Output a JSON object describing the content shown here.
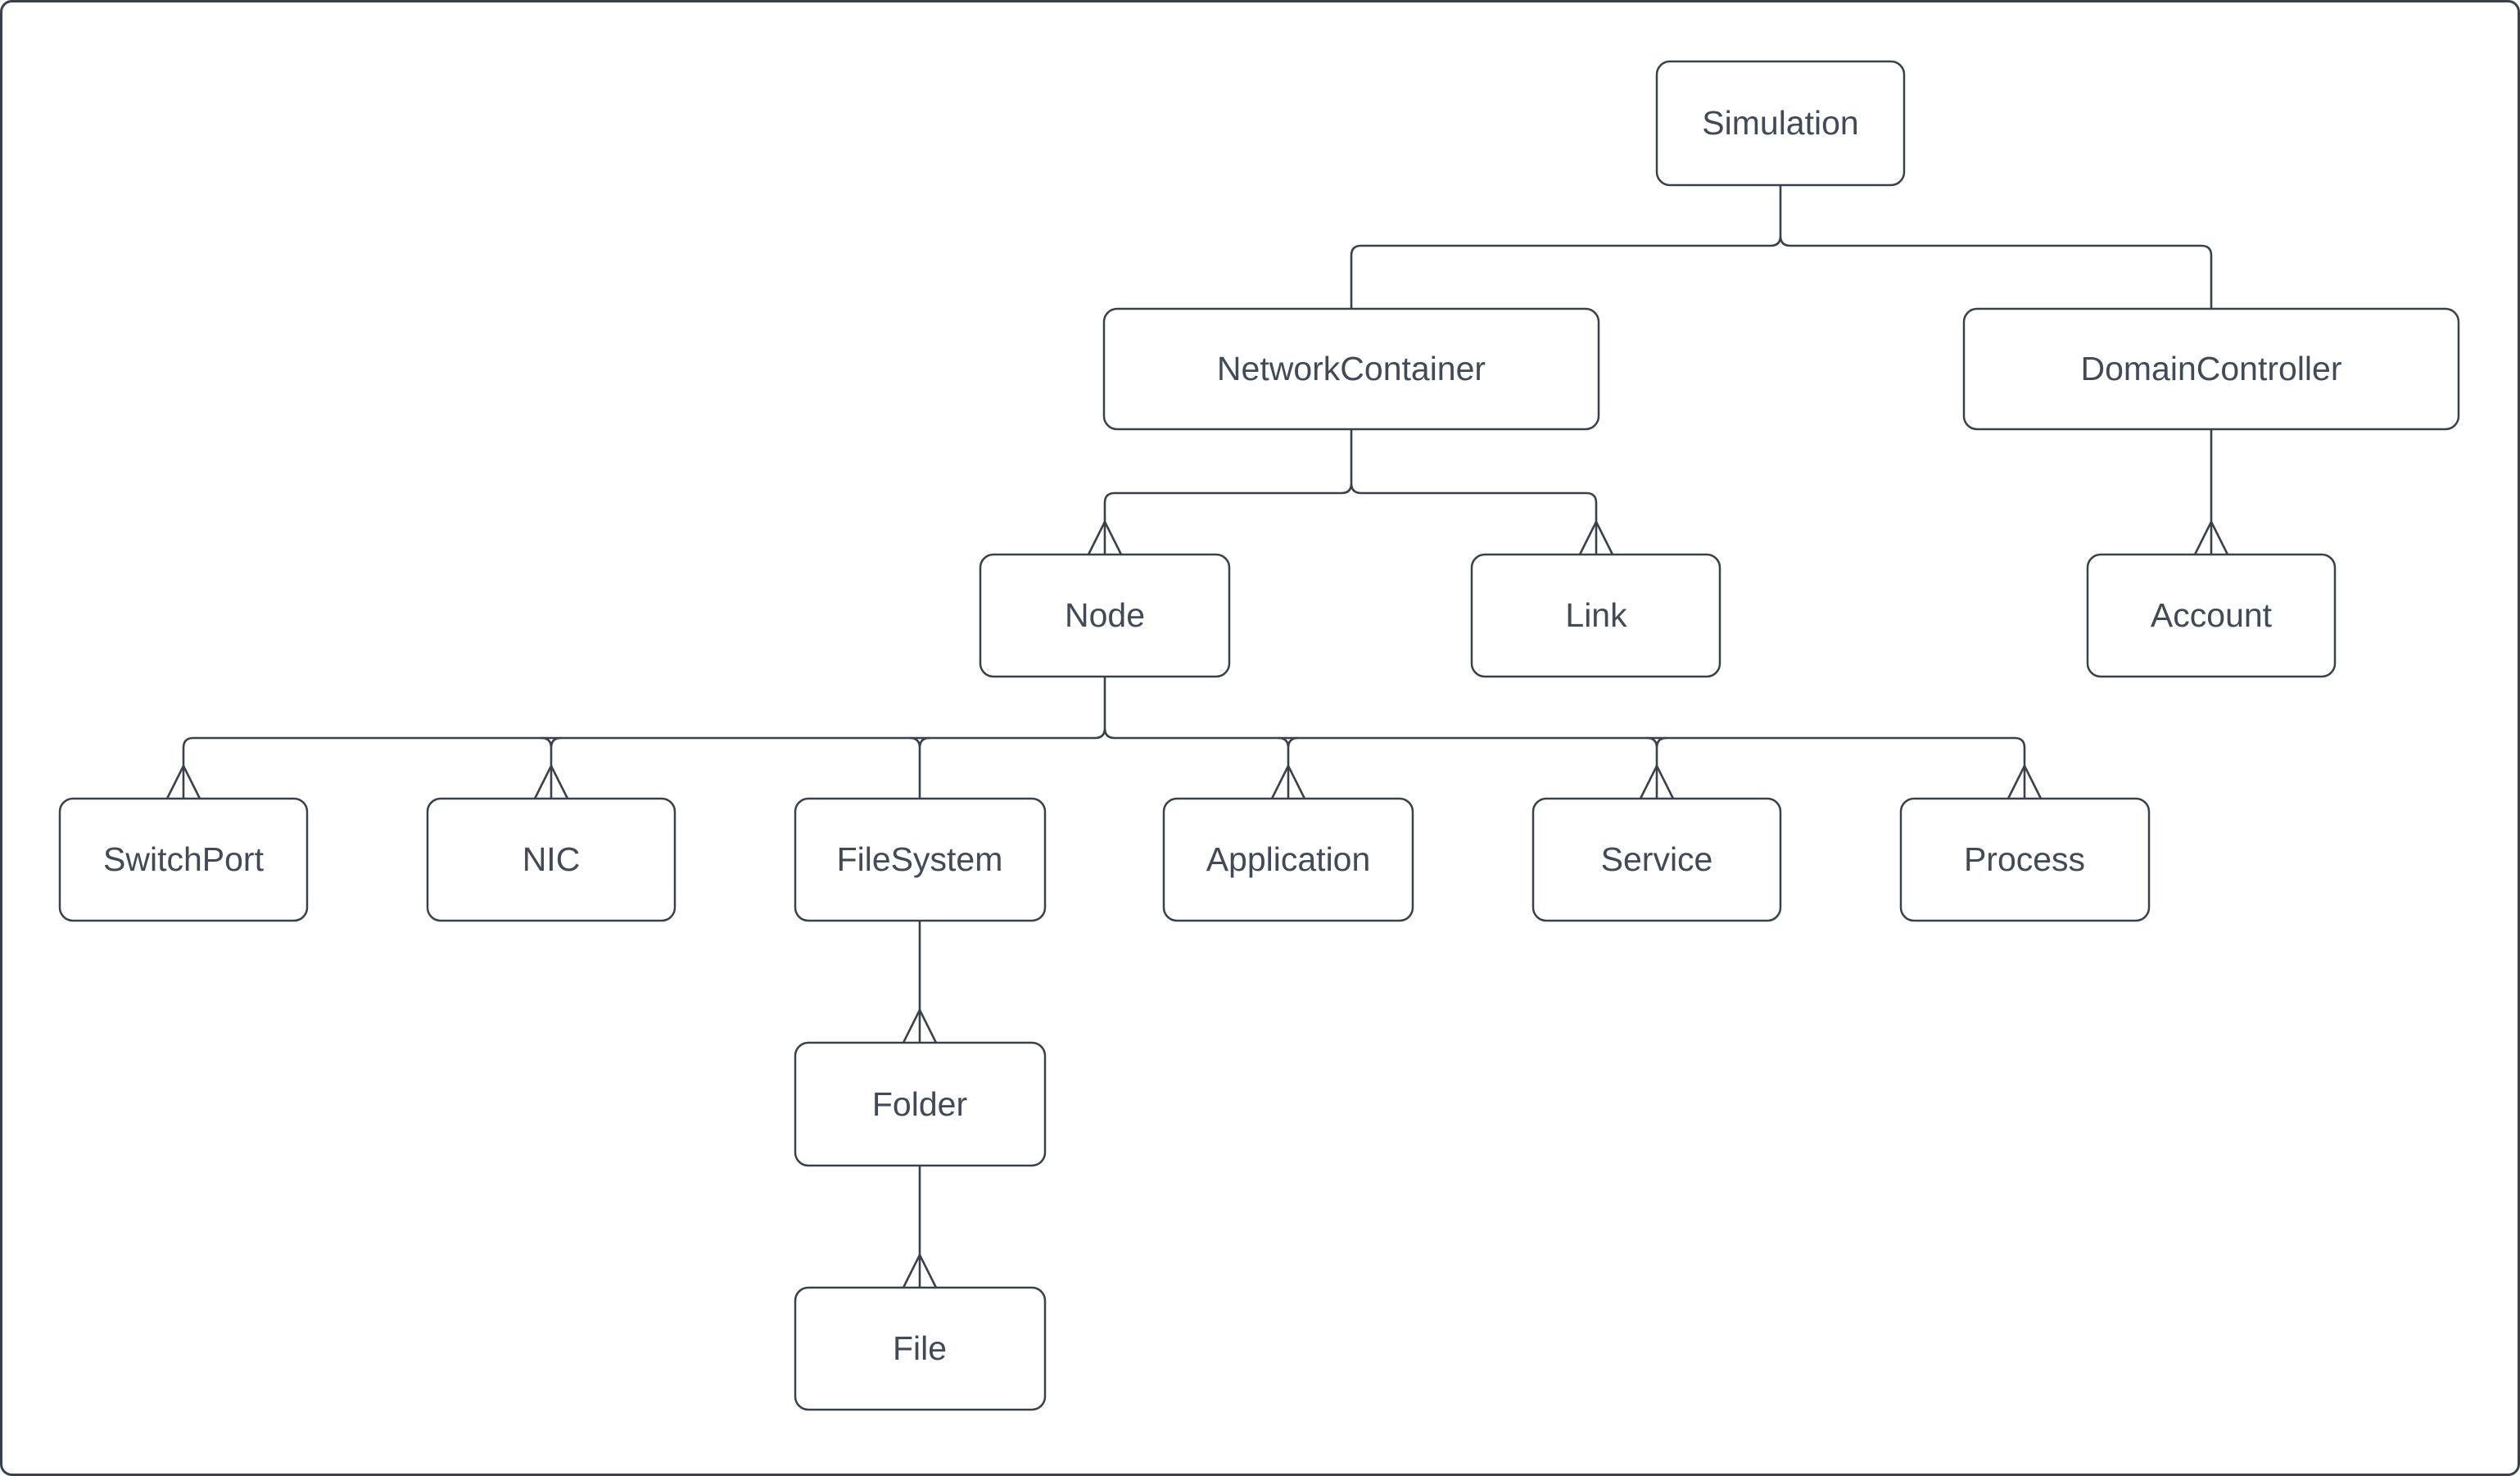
{
  "diagram": {
    "type": "hierarchy-tree",
    "colors": {
      "line_stroke": "#39414d",
      "node_border": "#39414d",
      "node_fill": "#ffffff",
      "label_text": "#414a58",
      "canvas_background": "#ffffff"
    },
    "nodes": {
      "simulation": {
        "label": "Simulation"
      },
      "network_container": {
        "label": "NetworkContainer"
      },
      "domain_controller": {
        "label": "DomainController"
      },
      "node": {
        "label": "Node"
      },
      "link": {
        "label": "Link"
      },
      "account": {
        "label": "Account"
      },
      "switch_port": {
        "label": "SwitchPort"
      },
      "nic": {
        "label": "NIC"
      },
      "file_system": {
        "label": "FileSystem"
      },
      "application": {
        "label": "Application"
      },
      "service": {
        "label": "Service"
      },
      "process": {
        "label": "Process"
      },
      "folder": {
        "label": "Folder"
      },
      "file": {
        "label": "File"
      }
    },
    "edges": [
      {
        "from": "Simulation",
        "to": "NetworkContainer",
        "open_arrowhead_at_child": false
      },
      {
        "from": "Simulation",
        "to": "DomainController",
        "open_arrowhead_at_child": false
      },
      {
        "from": "NetworkContainer",
        "to": "Node",
        "open_arrowhead_at_child": true
      },
      {
        "from": "NetworkContainer",
        "to": "Link",
        "open_arrowhead_at_child": true
      },
      {
        "from": "DomainController",
        "to": "Account",
        "open_arrowhead_at_child": true
      },
      {
        "from": "Node",
        "to": "SwitchPort",
        "open_arrowhead_at_child": true
      },
      {
        "from": "Node",
        "to": "NIC",
        "open_arrowhead_at_child": true
      },
      {
        "from": "Node",
        "to": "FileSystem",
        "open_arrowhead_at_child": false
      },
      {
        "from": "Node",
        "to": "Application",
        "open_arrowhead_at_child": true
      },
      {
        "from": "Node",
        "to": "Service",
        "open_arrowhead_at_child": true
      },
      {
        "from": "Node",
        "to": "Process",
        "open_arrowhead_at_child": true
      },
      {
        "from": "FileSystem",
        "to": "Folder",
        "open_arrowhead_at_child": true
      },
      {
        "from": "Folder",
        "to": "File",
        "open_arrowhead_at_child": true
      }
    ]
  }
}
